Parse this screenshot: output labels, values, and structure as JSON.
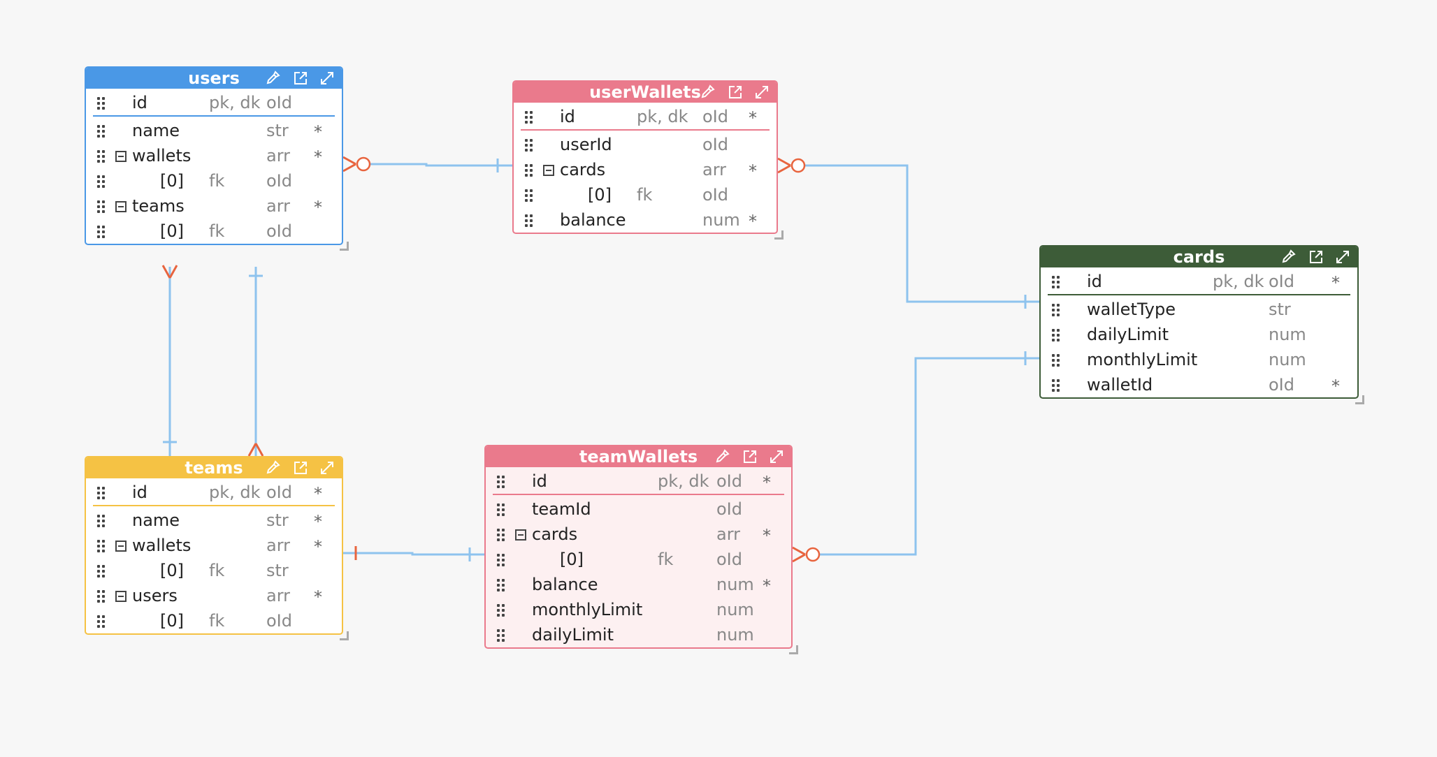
{
  "diagram": {
    "entities": [
      {
        "id": "users",
        "title": "users",
        "color": "#4a98e6",
        "bg": "#ffffff",
        "fields": [
          {
            "name": "id",
            "key": "pk, dk",
            "type": "oId",
            "req": "",
            "pk": true
          },
          {
            "name": "name",
            "key": "",
            "type": "str",
            "req": "*"
          },
          {
            "name": "wallets",
            "key": "",
            "type": "arr",
            "req": "*",
            "collapsible": true
          },
          {
            "name": "[0]",
            "key": "fk",
            "type": "oId",
            "req": "",
            "indent": true
          },
          {
            "name": "teams",
            "key": "",
            "type": "arr",
            "req": "*",
            "collapsible": true
          },
          {
            "name": "[0]",
            "key": "fk",
            "type": "oId",
            "req": "",
            "indent": true
          }
        ]
      },
      {
        "id": "userWallets",
        "title": "userWallets",
        "color": "#ea7a8c",
        "bg": "#ffffff",
        "fields": [
          {
            "name": "id",
            "key": "pk, dk",
            "type": "oId",
            "req": "*",
            "pk": true
          },
          {
            "name": "userId",
            "key": "",
            "type": "oId",
            "req": ""
          },
          {
            "name": "cards",
            "key": "",
            "type": "arr",
            "req": "*",
            "collapsible": true
          },
          {
            "name": "[0]",
            "key": "fk",
            "type": "oId",
            "req": "",
            "indent": true
          },
          {
            "name": "balance",
            "key": "",
            "type": "num",
            "req": "*"
          }
        ]
      },
      {
        "id": "cards",
        "title": "cards",
        "color": "#3d5c38",
        "bg": "#ffffff",
        "fields": [
          {
            "name": "id",
            "key": "pk, dk",
            "type": "oId",
            "req": "*",
            "pk": true
          },
          {
            "name": "walletType",
            "key": "",
            "type": "str",
            "req": ""
          },
          {
            "name": "dailyLimit",
            "key": "",
            "type": "num",
            "req": ""
          },
          {
            "name": "monthlyLimit",
            "key": "",
            "type": "num",
            "req": ""
          },
          {
            "name": "walletId",
            "key": "",
            "type": "oId",
            "req": "*"
          }
        ]
      },
      {
        "id": "teams",
        "title": "teams",
        "color": "#f5c244",
        "bg": "#ffffff",
        "fields": [
          {
            "name": "id",
            "key": "pk, dk",
            "type": "oId",
            "req": "*",
            "pk": true
          },
          {
            "name": "name",
            "key": "",
            "type": "str",
            "req": "*"
          },
          {
            "name": "wallets",
            "key": "",
            "type": "arr",
            "req": "*",
            "collapsible": true
          },
          {
            "name": "[0]",
            "key": "fk",
            "type": "str",
            "req": "",
            "indent": true
          },
          {
            "name": "users",
            "key": "",
            "type": "arr",
            "req": "*",
            "collapsible": true
          },
          {
            "name": "[0]",
            "key": "fk",
            "type": "oId",
            "req": "",
            "indent": true
          }
        ]
      },
      {
        "id": "teamWallets",
        "title": "teamWallets",
        "color": "#ea7a8c",
        "bg": "#fdf0f1",
        "fields": [
          {
            "name": "id",
            "key": "pk, dk",
            "type": "oId",
            "req": "*",
            "pk": true
          },
          {
            "name": "teamId",
            "key": "",
            "type": "oId",
            "req": ""
          },
          {
            "name": "cards",
            "key": "",
            "type": "arr",
            "req": "*",
            "collapsible": true
          },
          {
            "name": "[0]",
            "key": "fk",
            "type": "oId",
            "req": "",
            "indent": true
          },
          {
            "name": "balance",
            "key": "",
            "type": "num",
            "req": "*"
          },
          {
            "name": "monthlyLimit",
            "key": "",
            "type": "num",
            "req": ""
          },
          {
            "name": "dailyLimit",
            "key": "",
            "type": "num",
            "req": ""
          }
        ]
      }
    ],
    "relationships": [
      {
        "from": "users",
        "to": "userWallets",
        "from_end": "zero-or-many",
        "to_end": "one"
      },
      {
        "from": "userWallets",
        "to": "cards",
        "from_end": "zero-or-many",
        "to_end": "one"
      },
      {
        "from": "teamWallets",
        "to": "cards",
        "from_end": "zero-or-many",
        "to_end": "one"
      },
      {
        "from": "users",
        "to": "teams",
        "from_end": "one-or-many",
        "to_end": "one"
      },
      {
        "from": "users",
        "to": "teams",
        "from_end": "one",
        "to_end": "one-or-many"
      },
      {
        "from": "teams",
        "to": "teamWallets",
        "from_end": "one-mandatory",
        "to_end": "one"
      }
    ],
    "line_color": "#8ec3ee",
    "marker_color": "#e8643e"
  }
}
